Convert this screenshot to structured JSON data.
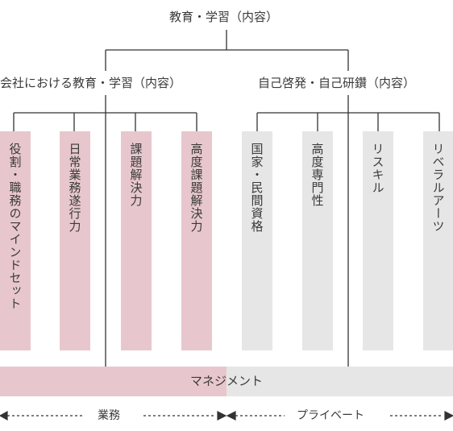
{
  "top_title": "教育・学習（内容）",
  "left_title": "会社における教育・学習（内容）",
  "right_title": "自己啓発・自己研鑽（内容）",
  "columns": [
    {
      "label": "役割・職務のマインドセット",
      "color": "pink"
    },
    {
      "label": "日常業務遂行力",
      "color": "pink"
    },
    {
      "label": "課題解決力",
      "color": "pink"
    },
    {
      "label": "高度課題解決力",
      "color": "pink"
    },
    {
      "label": "国家・民間資格",
      "color": "grey"
    },
    {
      "label": "高度専門性",
      "color": "grey"
    },
    {
      "label": "リスキル",
      "color": "grey"
    },
    {
      "label": "リベラルアーツ",
      "color": "grey"
    }
  ],
  "management_label": "マネジメント",
  "legend": {
    "left": "業務",
    "right": "プライベート"
  },
  "colors": {
    "pink": "#e7c7cd",
    "grey": "#e6e6e6",
    "line": "#333333"
  }
}
